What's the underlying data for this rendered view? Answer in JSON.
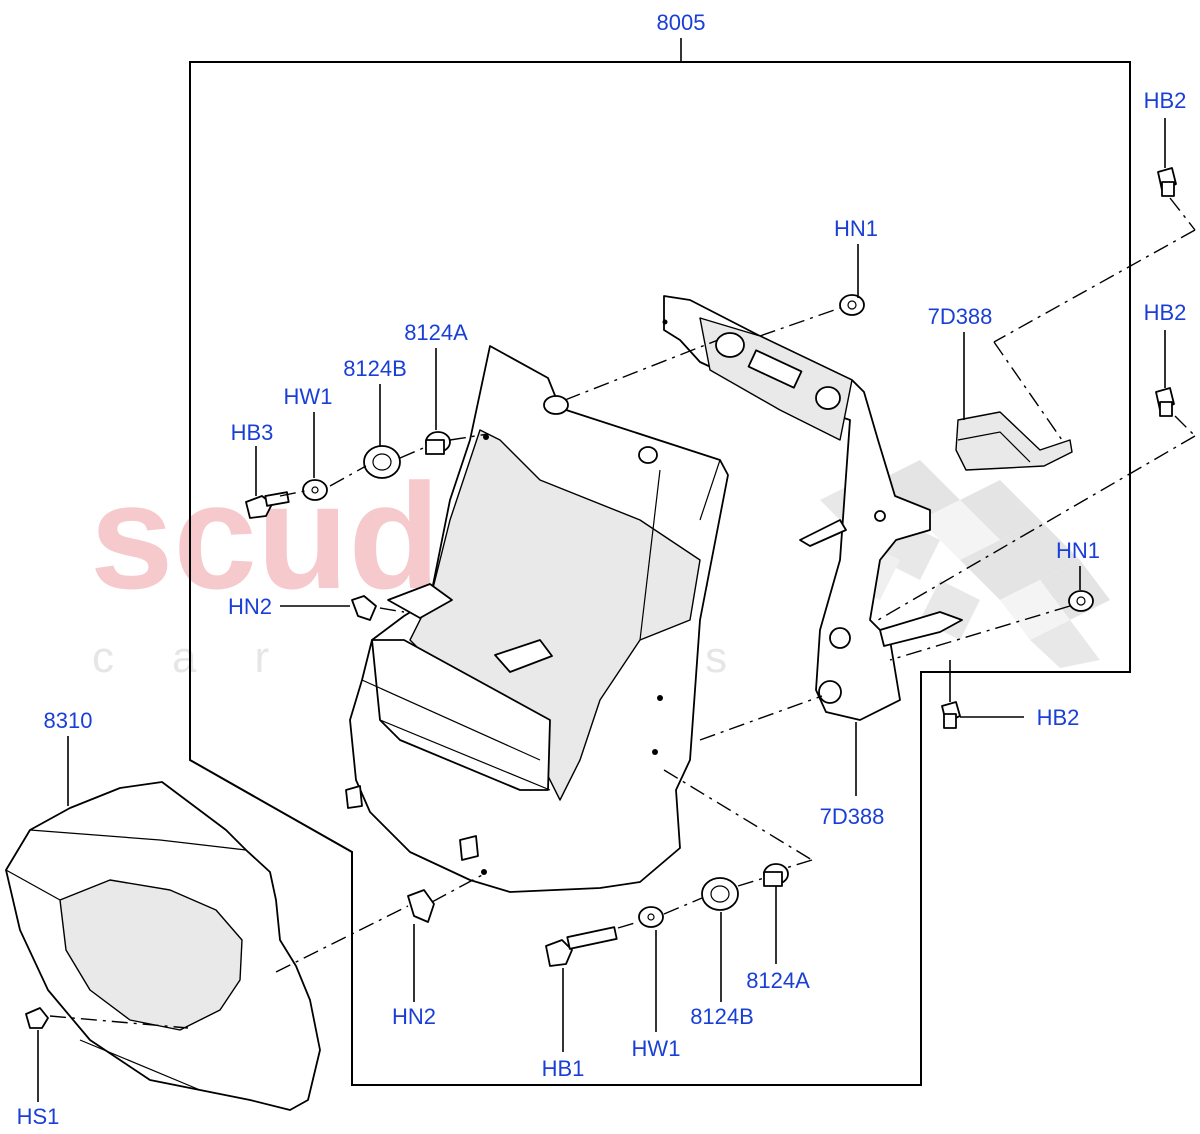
{
  "watermark": {
    "brand": "scuderia",
    "sub": "car parts"
  },
  "labels": {
    "frame_8005": "8005",
    "hb2_top": "HB2",
    "hn1_top": "HN1",
    "hn1_right": "HN1",
    "d7388_top": "7D388",
    "hb2_mid": "HB2",
    "a8124_top": "8124A",
    "b8124_top": "8124B",
    "hw1_top": "HW1",
    "hb3": "HB3",
    "hn2_top": "HN2",
    "hb2_bottom": "HB2",
    "d7388_bottom": "7D388",
    "p8310": "8310",
    "hn2_bottom": "HN2",
    "hb1": "HB1",
    "hw1_bottom": "HW1",
    "b8124_bottom": "8124B",
    "a8124_bottom": "8124A",
    "hs1": "HS1"
  },
  "colors": {
    "label": "#1a3fd6",
    "watermark_red": "#f6c9cc",
    "watermark_grey": "#e6e6e6",
    "line": "#000000"
  }
}
